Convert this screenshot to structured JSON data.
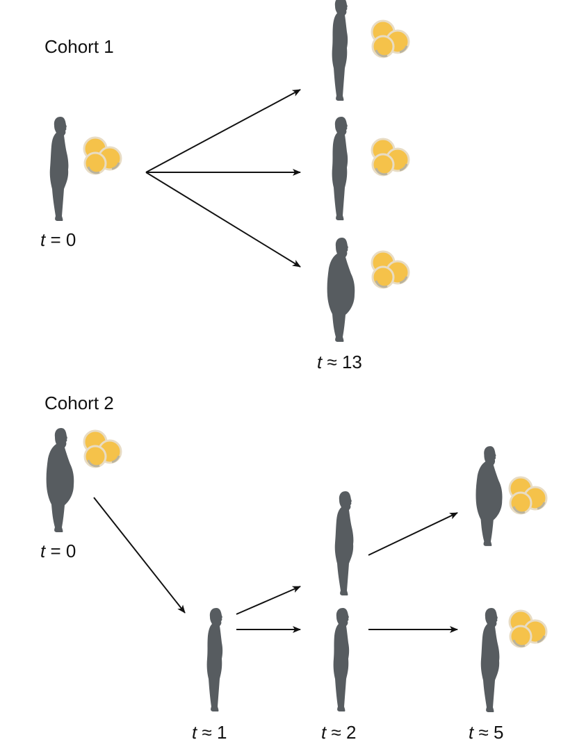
{
  "cohort1": {
    "title": "Cohort 1",
    "start_label": {
      "var": "t",
      "rel": " = ",
      "val": "0"
    },
    "end_label": {
      "var": "t",
      "rel": " ≈ ",
      "val": "13"
    }
  },
  "cohort2": {
    "title": "Cohort 2",
    "start_label": {
      "var": "t",
      "rel": " = ",
      "val": "0"
    },
    "t1_label": {
      "var": "t",
      "rel": " ≈ ",
      "val": "1"
    },
    "t2_label": {
      "var": "t",
      "rel": " ≈ ",
      "val": "2"
    },
    "t5_label": {
      "var": "t",
      "rel": " ≈ ",
      "val": "5"
    }
  },
  "colors": {
    "silhouette": "#575c60",
    "fat_cell_fill": "#f5c24a",
    "fat_cell_outline": "#e8dcc4",
    "arrow": "#111111"
  },
  "icons": {
    "person": "woman-silhouette-icon",
    "fat_cells": "adipocyte-cluster-icon"
  }
}
